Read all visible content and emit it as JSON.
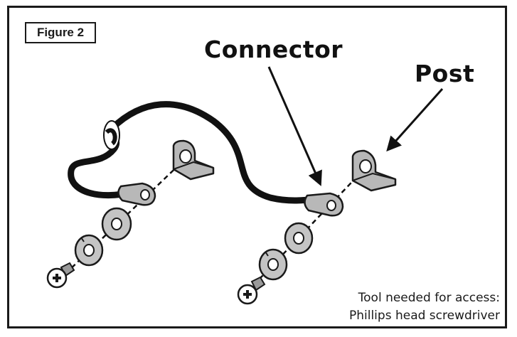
{
  "figure_label": "Figure 2",
  "callouts": {
    "connector": "Connector",
    "post": "Post"
  },
  "tool_note": {
    "line1": "Tool needed for access:",
    "line2": "Phillips head screwdriver"
  },
  "colors": {
    "outline": "#1a1a1a",
    "metal": "#b8b8b8",
    "metal_dark": "#8f8f8f",
    "cable": "#111111"
  },
  "icons": [
    "phillips-screw-icon",
    "lock-washer-icon",
    "flat-washer-icon",
    "ring-terminal-icon",
    "terminal-post-icon",
    "pointer-arrow-icon"
  ]
}
